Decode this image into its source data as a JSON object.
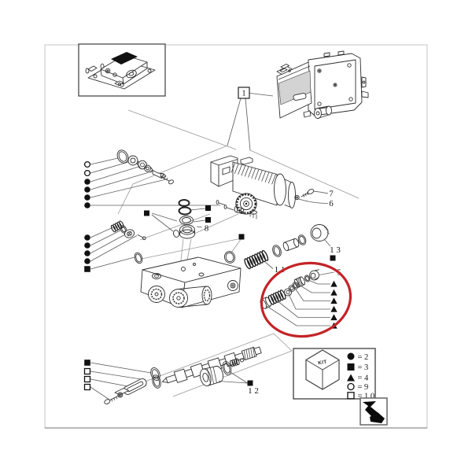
{
  "diagram": {
    "callout_labels": {
      "ref_1": "1",
      "ref_5": "5",
      "ref_6": "6",
      "ref_7": "7",
      "ref_8": "8",
      "ref_11": "1 1",
      "ref_12": "1 2",
      "ref_13": "1 3"
    },
    "kit_legend": {
      "kit_label": "KIT",
      "entries": [
        {
          "symbol": "filled-circle",
          "value": "= 2"
        },
        {
          "symbol": "filled-square",
          "value": "= 3"
        },
        {
          "symbol": "filled-triangle",
          "value": "= 4"
        },
        {
          "symbol": "open-circle",
          "value": "= 9"
        },
        {
          "symbol": "open-square",
          "value": "= 1 0"
        }
      ]
    },
    "colors": {
      "line_art": "#2f2f2f",
      "construction_line": "#989898",
      "highlight_ellipse": "#c32428",
      "marker_fill": "#111111",
      "background": "#ffffff"
    }
  }
}
